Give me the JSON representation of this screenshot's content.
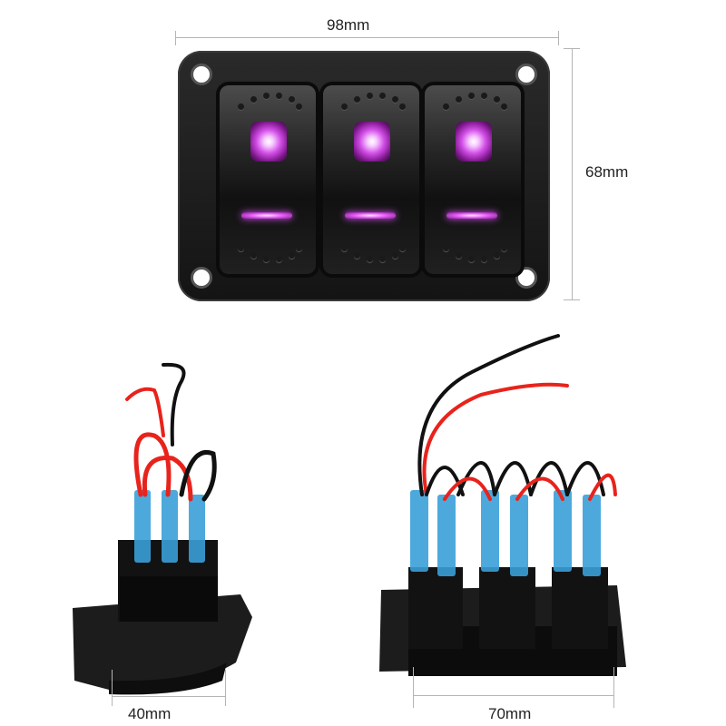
{
  "dimensions": {
    "width": "98mm",
    "height": "68mm",
    "depth": "40mm",
    "base_width": "70mm"
  },
  "product": {
    "switch_count": 3,
    "led_color": "#d94cf0",
    "panel_color": "#1a1a1a",
    "connector_color": "#3aa0d8",
    "wire_colors": [
      "#e8231c",
      "#111111"
    ]
  }
}
